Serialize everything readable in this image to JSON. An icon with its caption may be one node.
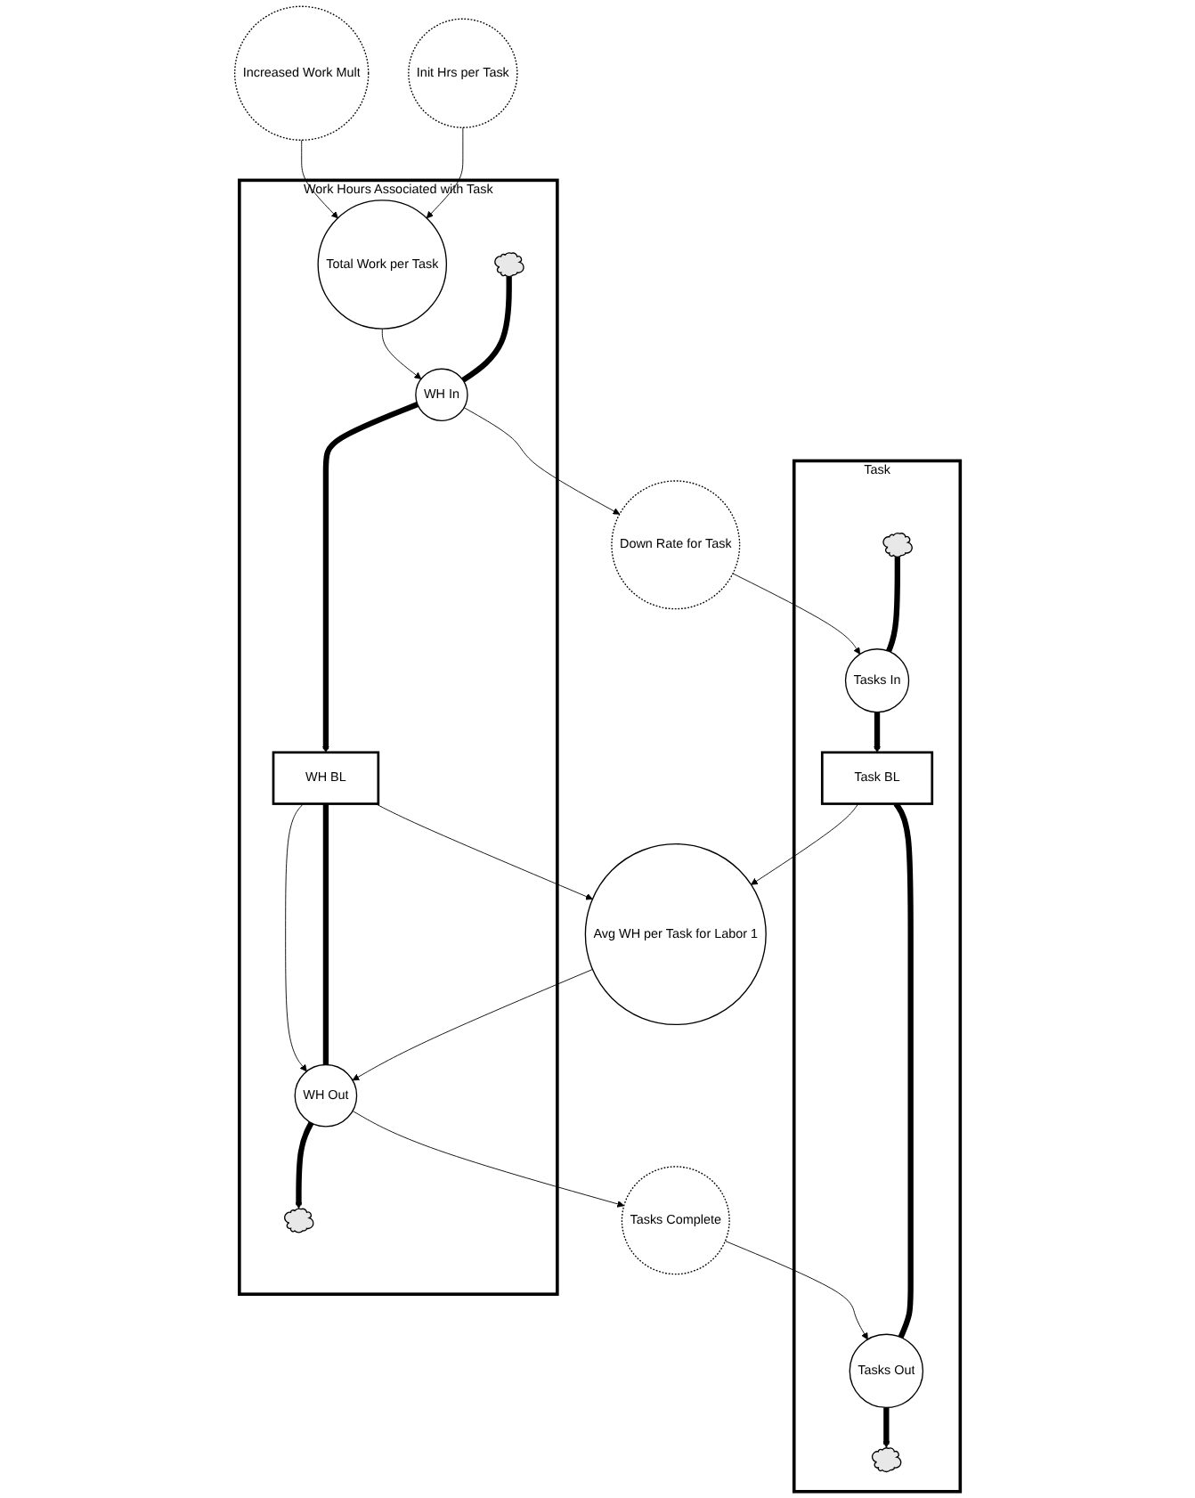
{
  "diagram": {
    "nodes": [
      {
        "text": [
          "Task"
        ]
      },
      {
        "text": [],
        "shape": "cloud",
        "in": 0
      },
      {
        "text": [
          "Tasks In"
        ],
        "in": 0
      },
      {
        "text": [
          "Task BL"
        ],
        "in": 0
      },
      {
        "text": [
          "Tasks Out"
        ],
        "in": 0
      },
      {
        "text": [],
        "shape": "cloud",
        "in": 0
      },
      {
        "text": [
          "Down Rate for Task"
        ]
      },
      {
        "text": [
          "Avg WH per Task for Labor 1"
        ]
      },
      {
        "text": [
          "Tasks Complete"
        ]
      },
      {
        "text": [
          "Work Hours Associated with Task"
        ]
      },
      {
        "text": [],
        "shape": "cloud",
        "in": 9
      },
      {
        "text": [
          "WH In"
        ],
        "in": 9
      },
      {
        "text": [
          "WH BL"
        ],
        "in": 9
      },
      {
        "text": [
          "WH Out"
        ],
        "in": 9
      },
      {
        "text": [],
        "shape": "cloud",
        "in": 9
      },
      {
        "text": [
          "Total Work per Task"
        ],
        "in": 9
      },
      {
        "text": [
          "Init Hrs per Task"
        ]
      },
      {
        "text": [
          "Increased Work Mult"
        ]
      }
    ],
    "edges": [
      {
        "from": 1,
        "to": 2,
        "arrow": "none",
        "style": "thick"
      },
      {
        "from": 2,
        "to": 3,
        "arrow": "to",
        "style": "thick"
      },
      {
        "from": 3,
        "to": 4,
        "arrow": "none",
        "style": "thick"
      },
      {
        "from": 4,
        "to": 5,
        "arrow": "to",
        "style": "thick"
      },
      {
        "from": 6,
        "to": 2,
        "arrow": "to"
      },
      {
        "from": 3,
        "to": 7,
        "arrow": "to"
      },
      {
        "from": 8,
        "to": 4,
        "arrow": "to"
      },
      {
        "from": 11,
        "to": 6,
        "arrow": "to"
      },
      {
        "from": 12,
        "to": 7,
        "arrow": "to"
      },
      {
        "from": 7,
        "to": 13,
        "arrow": "to"
      },
      {
        "from": 13,
        "to": 8,
        "arrow": "to"
      },
      {
        "from": 10,
        "to": 11,
        "arrow": "none",
        "style": "thick"
      },
      {
        "from": 11,
        "to": 12,
        "arrow": "to",
        "style": "thick"
      },
      {
        "from": 12,
        "to": 13,
        "arrow": "none",
        "style": "thick"
      },
      {
        "from": 13,
        "to": 14,
        "arrow": "to",
        "style": "thick"
      },
      {
        "from": 12,
        "to": 13,
        "arrow": "to"
      },
      {
        "from": 15,
        "to": 11,
        "arrow": "to"
      },
      {
        "from": 16,
        "to": 15,
        "arrow": "to"
      },
      {
        "from": 17,
        "to": 15,
        "arrow": "to"
      }
    ]
  }
}
